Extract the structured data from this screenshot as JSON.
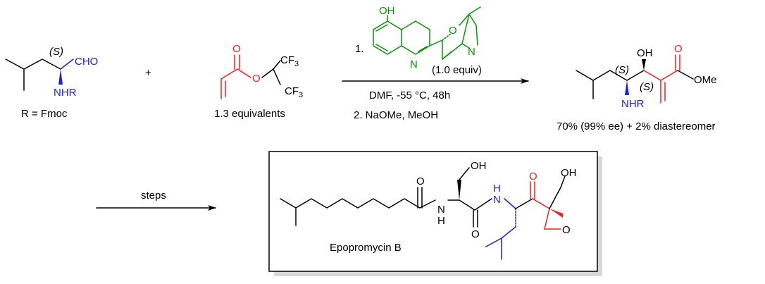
{
  "colors": {
    "black": "#000000",
    "blue": "#1a1aff",
    "red": "#ff1a1a",
    "green": "#009900"
  },
  "aldehyde": {
    "stereo": "(S)",
    "cho": "CHO",
    "nhr": "NHR",
    "r_def": "R = Fmoc"
  },
  "plus": "+",
  "acrylate": {
    "o_carbonyl": "O",
    "o_ester": "O",
    "cf3_top": "CF",
    "cf3_bottom": "CF",
    "subscript": "3",
    "equiv": "1.3 equivalents"
  },
  "conditions": {
    "step1": "1.",
    "catalyst_oh": "OH",
    "catalyst_o": "O",
    "catalyst_n_ring": "N",
    "catalyst_n_bridge": "N",
    "catalyst_equiv": "(1.0 equiv)",
    "solvent": "DMF, -55 °C, 48h",
    "step2": "2. NaOMe, MeOH"
  },
  "product": {
    "oh": "OH",
    "o": "O",
    "ome": "OMe",
    "s1": "(S)",
    "s2": "(S)",
    "nhr": "NHR",
    "yield": "70% (99% ee) + 2% diastereomer"
  },
  "steps_label": "steps",
  "epopromycin": {
    "amide_o1": "O",
    "amide_o2": "O",
    "ketone_o": "O",
    "oh1": "OH",
    "oh2": "OH",
    "n1": "N",
    "h1": "H",
    "n2": "N",
    "h2": "H",
    "epoxide_o": "O",
    "name": "Epopromycin B"
  }
}
